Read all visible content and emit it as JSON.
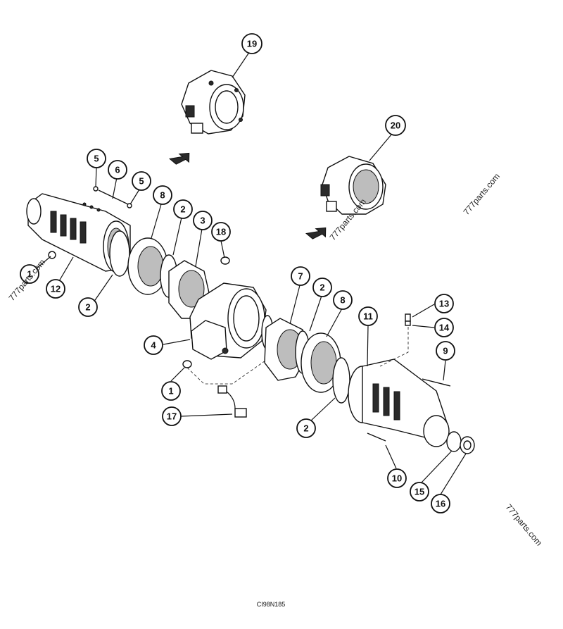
{
  "figure_code": "CI98N185",
  "watermark_text": "777parts.com",
  "callouts": [
    {
      "id": "c19",
      "label": "19"
    },
    {
      "id": "c20",
      "label": "20"
    },
    {
      "id": "c5a",
      "label": "5"
    },
    {
      "id": "c6",
      "label": "6"
    },
    {
      "id": "c5b",
      "label": "5"
    },
    {
      "id": "c8a",
      "label": "8"
    },
    {
      "id": "c2a",
      "label": "2"
    },
    {
      "id": "c3",
      "label": "3"
    },
    {
      "id": "c18",
      "label": "18"
    },
    {
      "id": "c1a",
      "label": "1"
    },
    {
      "id": "c12",
      "label": "12"
    },
    {
      "id": "c2b",
      "label": "2"
    },
    {
      "id": "c7",
      "label": "7"
    },
    {
      "id": "c2c",
      "label": "2"
    },
    {
      "id": "c8b",
      "label": "8"
    },
    {
      "id": "c11",
      "label": "11"
    },
    {
      "id": "c13",
      "label": "13"
    },
    {
      "id": "c14",
      "label": "14"
    },
    {
      "id": "c4",
      "label": "4"
    },
    {
      "id": "c9",
      "label": "9"
    },
    {
      "id": "c1b",
      "label": "1"
    },
    {
      "id": "c17",
      "label": "17"
    },
    {
      "id": "c2d",
      "label": "2"
    },
    {
      "id": "c10",
      "label": "10"
    },
    {
      "id": "c15",
      "label": "15"
    },
    {
      "id": "c16",
      "label": "16"
    }
  ]
}
